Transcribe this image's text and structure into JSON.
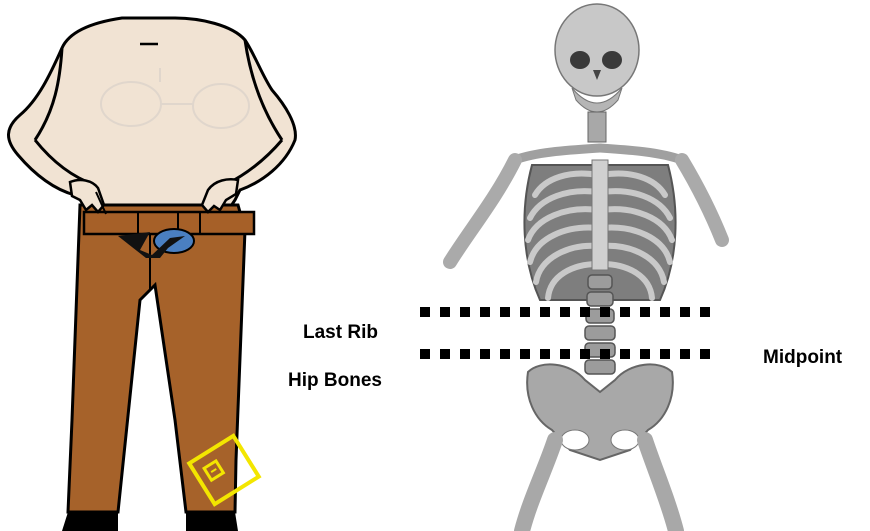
{
  "labels": {
    "last_rib": "Last Rib",
    "hip_bones": "Hip Bones",
    "midpoint": "Midpoint"
  },
  "colors": {
    "skin": "#f1e3d3",
    "pants": "#a6622a",
    "belt": "#a66028",
    "shirt_blue": "#4a7fc1",
    "marker_yellow": "#f3e600",
    "bone": "#bdbdbd",
    "bone_dark": "#5a5a5a",
    "dash_line": "#000000"
  },
  "icons": {
    "man_figure": "man-measuring-waist-icon",
    "skeleton": "skeleton-icon",
    "tape_marker": "square-marker-icon"
  }
}
